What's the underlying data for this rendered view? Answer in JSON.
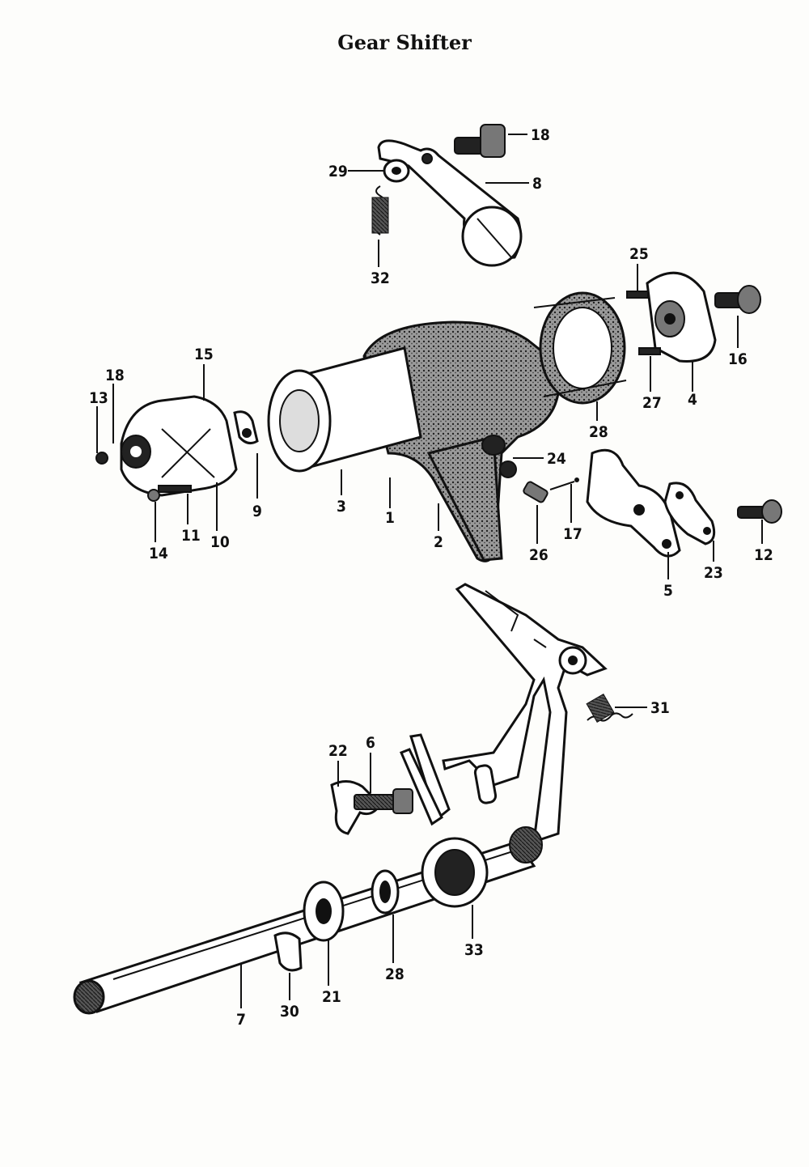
{
  "title": "Gear Shifter",
  "callouts": [
    "18",
    "29",
    "8",
    "32",
    "25",
    "16",
    "27",
    "4",
    "28",
    "15",
    "18",
    "13",
    "9",
    "3",
    "1",
    "24",
    "2",
    "26",
    "17",
    "5",
    "23",
    "12",
    "14",
    "11",
    "10",
    "31",
    "22",
    "6",
    "33",
    "28",
    "21",
    "30",
    "7"
  ]
}
